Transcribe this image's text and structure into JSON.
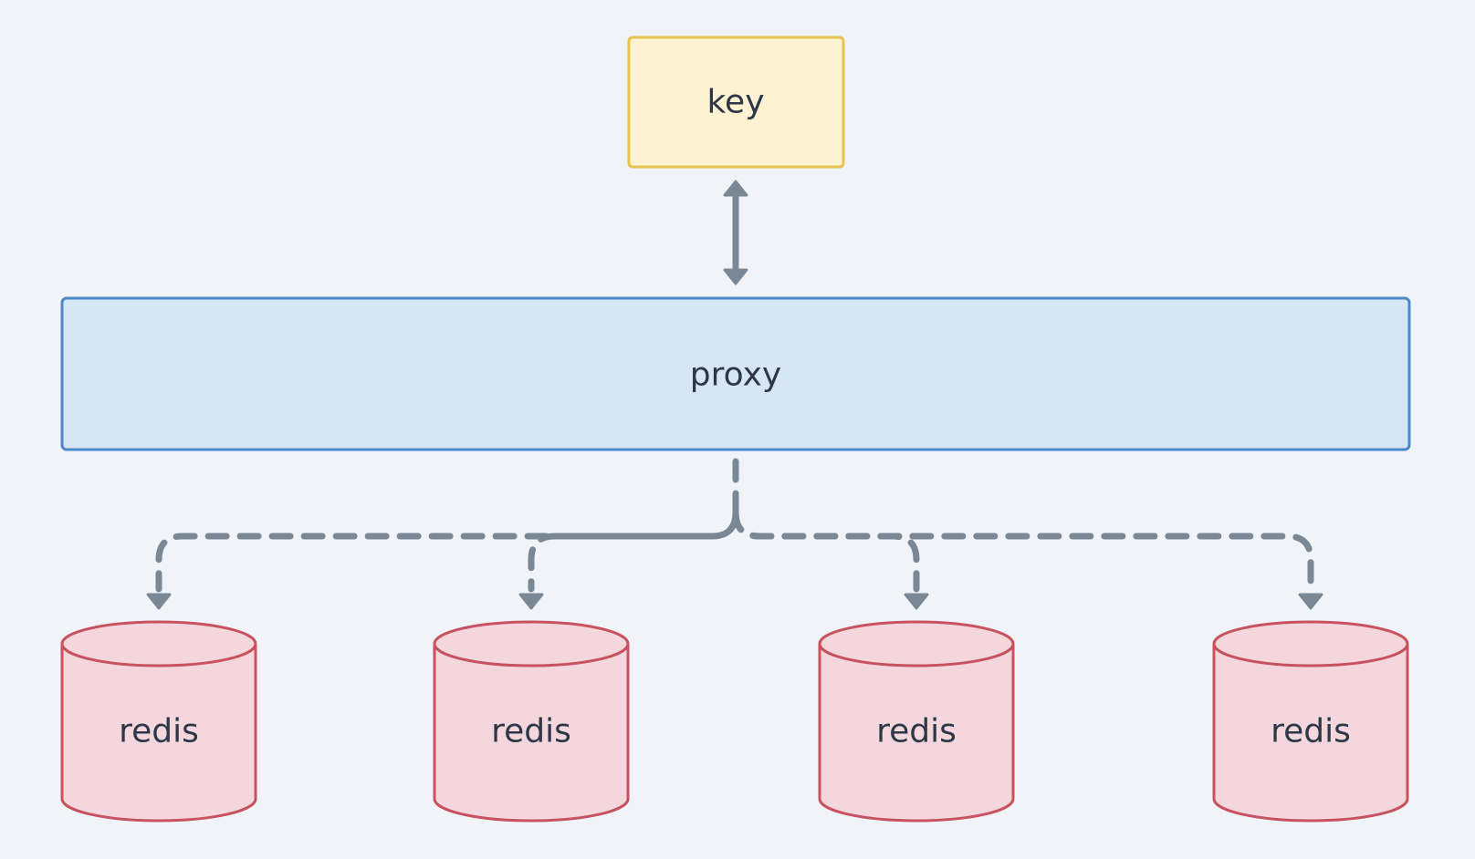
{
  "nodes": {
    "key": {
      "label": "key",
      "fill": "#fdf3d3",
      "stroke": "#e8c14e"
    },
    "proxy": {
      "label": "proxy",
      "fill": "#d6e6f5",
      "stroke": "#4a88c8"
    },
    "redis": [
      {
        "label": "redis"
      },
      {
        "label": "redis"
      },
      {
        "label": "redis"
      },
      {
        "label": "redis"
      }
    ],
    "redis_style": {
      "fill": "#f3d7dd",
      "stroke": "#c8525f"
    }
  },
  "edges": {
    "color": "#7a8896",
    "key_proxy": "bidirectional",
    "proxy_redis": "dashed"
  }
}
